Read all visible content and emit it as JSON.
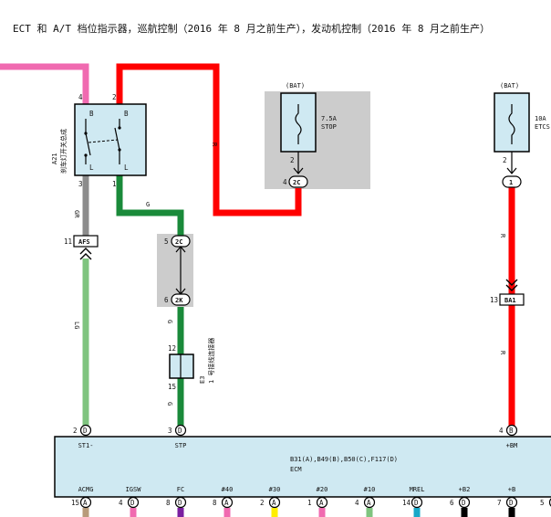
{
  "title": "ECT 和 A/T 档位指示器，巡航控制（2016 年 8 月之前生产），发动机控制（2016 年 8 月之前生产）",
  "colors": {
    "pink": "#f06ab0",
    "red": "#ff0000",
    "green": "#1a8a3a",
    "light_green": "#7fc47f",
    "gray": "#8c8c8c",
    "box_fill": "#cfe9f2",
    "shade": "#cccccc",
    "brown": "#b89b7a",
    "purple": "#7a1fa0",
    "yellow": "#ffee00",
    "cyan": "#18a8c8",
    "black": "#000000"
  },
  "switch_a21": {
    "code": "A21",
    "name": "刹车灯开关总成",
    "pin_top_left": "4",
    "pin_top_right": "2",
    "pin_bot_left": "3",
    "pin_bot_right": "1",
    "inner_b_left": "B",
    "inner_b_right": "B",
    "inner_l_left": "L",
    "inner_l_right": "L"
  },
  "fuse_stop": {
    "bat": "(BAT)",
    "rating": "7.5A",
    "name": "STOP",
    "pin": "2",
    "conn_pin": "4",
    "conn": "2C"
  },
  "fuse_etc": {
    "bat": "(BAT)",
    "rating": "10A",
    "name": "ETCS",
    "pin": "2",
    "conn": "1"
  },
  "wire_labels": {
    "red_top": "R",
    "gray": "GR",
    "green_g": "G",
    "lg": "LG",
    "green_lower1": "G",
    "green_lower2": "G",
    "red_right1": "R",
    "red_right2": "R"
  },
  "connectors": {
    "afs": {
      "pin": "11",
      "name": "AFS"
    },
    "c2c": {
      "pin": "5",
      "name": "2C"
    },
    "c2k": {
      "pin": "6",
      "name": "2K"
    },
    "ba1": {
      "pin": "13",
      "name": "BA1"
    }
  },
  "junction_e3": {
    "code": "E3",
    "name": "1 号接线连接器",
    "pin_top": "12",
    "pin_bot": "15"
  },
  "ecm": {
    "pins_top": [
      {
        "num": "2",
        "letter": "D",
        "name": "ST1-"
      },
      {
        "num": "3",
        "letter": "D",
        "name": "STP"
      },
      {
        "num": "4",
        "letter": "B",
        "name": "+BM"
      }
    ],
    "label1": "B31(A),B49(B),B50(C),F117(D)",
    "label2": "ECM",
    "pins_bottom": [
      {
        "name": "ACMG",
        "num": "15",
        "letter": "A"
      },
      {
        "name": "IGSW",
        "num": "4",
        "letter": "D"
      },
      {
        "name": "FC",
        "num": "8",
        "letter": "D"
      },
      {
        "name": "#40",
        "num": "8",
        "letter": "A"
      },
      {
        "name": "#30",
        "num": "2",
        "letter": "A"
      },
      {
        "name": "#20",
        "num": "1",
        "letter": "A"
      },
      {
        "name": "#10",
        "num": "4",
        "letter": "A"
      },
      {
        "name": "MREL",
        "num": "14",
        "letter": "D"
      },
      {
        "name": "+B2",
        "num": "6",
        "letter": "D"
      },
      {
        "name": "+B",
        "num": "7",
        "letter": "D"
      },
      {
        "name": "",
        "num": "5",
        "letter": ""
      }
    ]
  }
}
